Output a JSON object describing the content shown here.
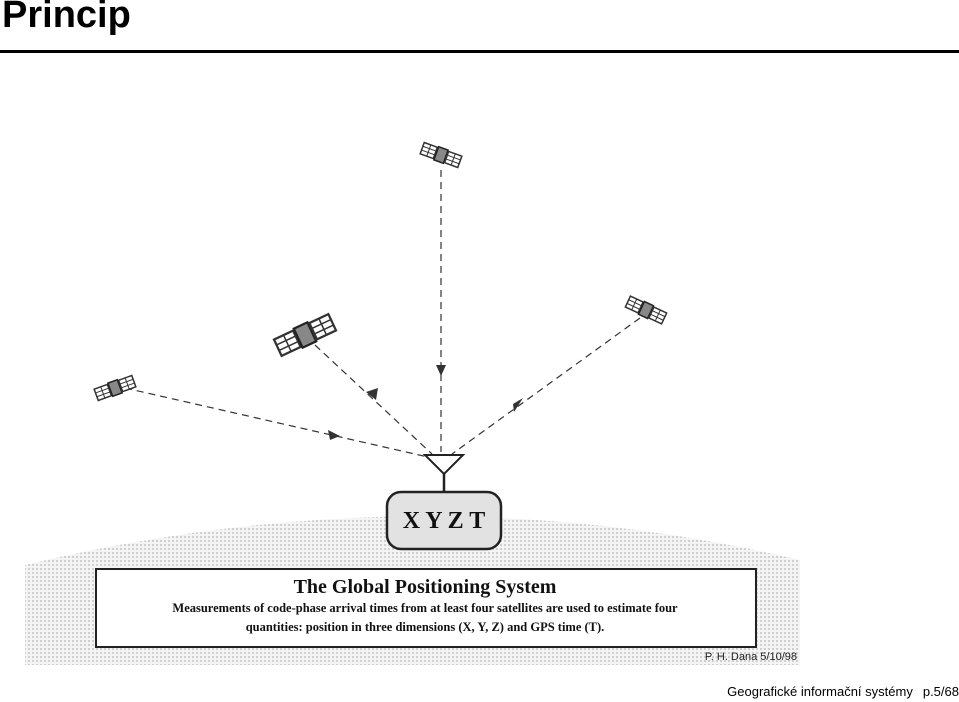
{
  "slide": {
    "title": "Princip"
  },
  "figure": {
    "receiver_label": "X Y Z T",
    "caption_title": "The Global Positioning System",
    "caption_line1": "Measurements of code-phase arrival times from at least four satellites are used to estimate four",
    "caption_line2": "quantities: position in three dimensions (X, Y, Z) and GPS time (T).",
    "credit": "P. H. Dana 5/10/98"
  },
  "footer": {
    "course": "Geografické informační systémy",
    "page": "p.5/68"
  }
}
